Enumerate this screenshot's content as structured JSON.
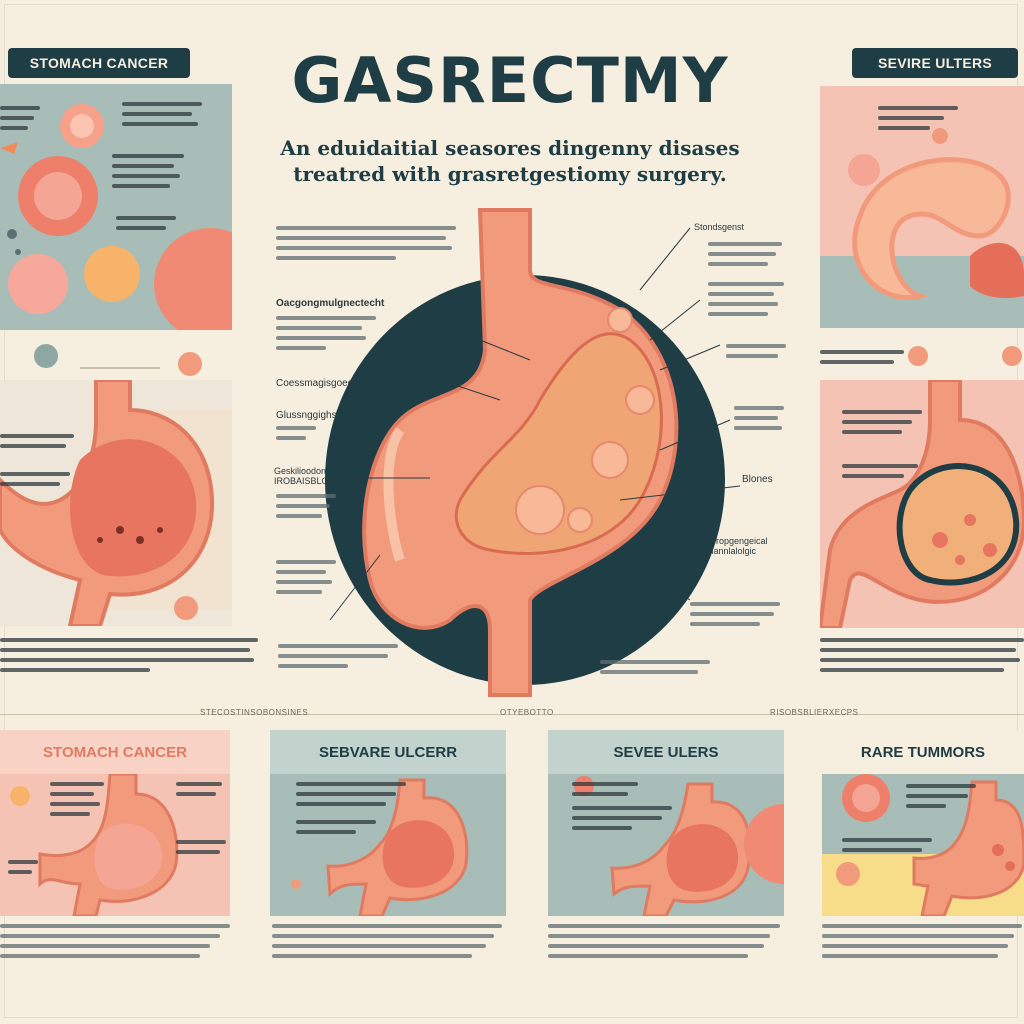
{
  "title": "GASRECTMY",
  "subtitle_line1": "An eduidaitial seasores dingenny disases",
  "subtitle_line2": "treatred with grasretgestiomy surgery.",
  "tags": {
    "top_left": "STOMACH CANCER",
    "top_right": "SEVIRE ULTERS"
  },
  "cards": [
    {
      "title": "STOMACH CANCER"
    },
    {
      "title": "SEBVARE ULCERR"
    },
    {
      "title": "SEVEE ULERS"
    },
    {
      "title": "RARE TUMMORS"
    }
  ],
  "center_labels": {
    "r1": "Stondsgenst",
    "r2": "Blones",
    "r3": "deropgengeical mannlalolgic",
    "l1": "Coessmagisgoed",
    "l2": "Glussnggighs",
    "l3": "Geskilioodon IROBAISBLOAS"
  },
  "left_heading": "Oacgongmulgnectecht",
  "footer_labels": [
    "STECOSTINSOBONSINES",
    "OTYEBOTTO",
    "RISOBSBLIERXECPS"
  ],
  "colors": {
    "navy": "#1f3d45",
    "cream": "#f6eedf",
    "stomach": "#f29a7c",
    "pink_panel": "#f5c3b4",
    "teal_panel": "#a9bdb8"
  }
}
